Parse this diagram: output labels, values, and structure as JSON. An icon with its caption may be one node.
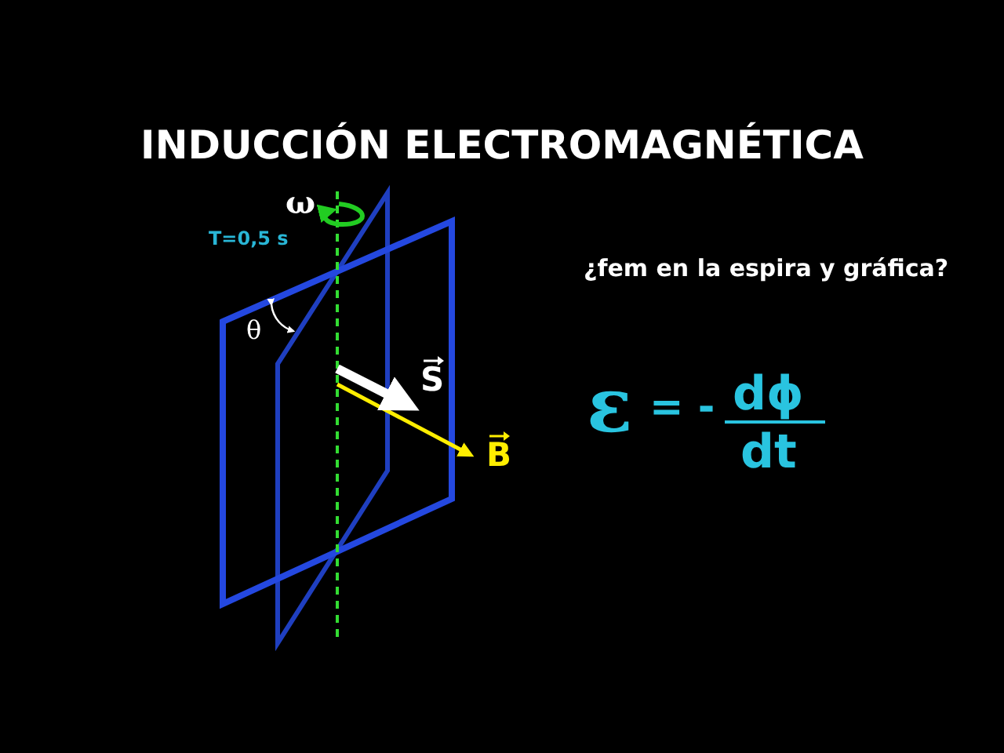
{
  "diagram": {
    "title": "INDUCCIÓN ELECTROMAGNÉTICA",
    "labels": [
      "ω",
      "T=0,5 s",
      "θ",
      "S",
      "B",
      "¿fem en la espira y gráfica?",
      "ε",
      "= -",
      "dϕ",
      "dt"
    ]
  }
}
